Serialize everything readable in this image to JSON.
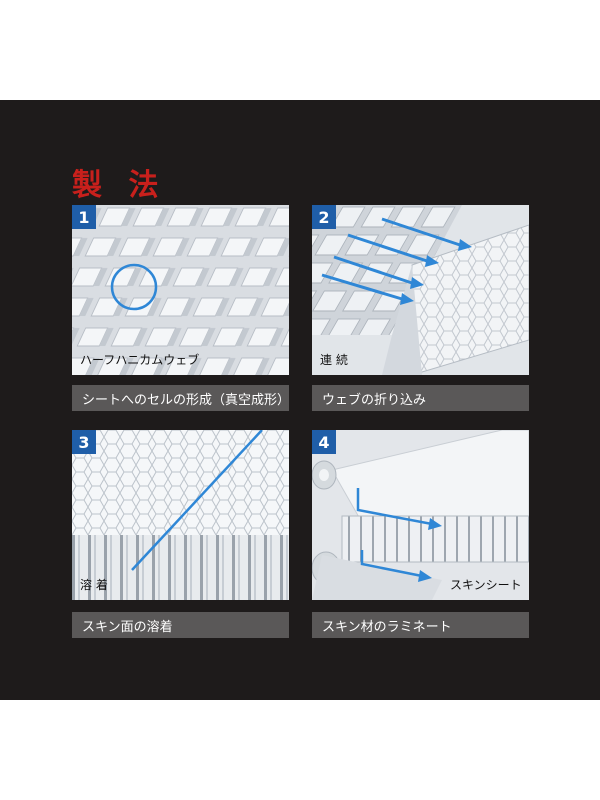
{
  "title": "製 法",
  "colors": {
    "background": "#1e1b1b",
    "title": "#c8201c",
    "badge": "#1f5ea8",
    "caption": "#5a5858",
    "arrow": "#2f87d6"
  },
  "steps": [
    {
      "number": "1",
      "label": "ハーフハニカムウェブ",
      "caption": "シートへのセルの形成（真空成形）"
    },
    {
      "number": "2",
      "label": "連 続",
      "caption": "ウェブの折り込み"
    },
    {
      "number": "3",
      "label": "溶 着",
      "caption": "スキン面の溶着"
    },
    {
      "number": "4",
      "label": "スキンシート",
      "caption": "スキン材のラミネート"
    }
  ]
}
